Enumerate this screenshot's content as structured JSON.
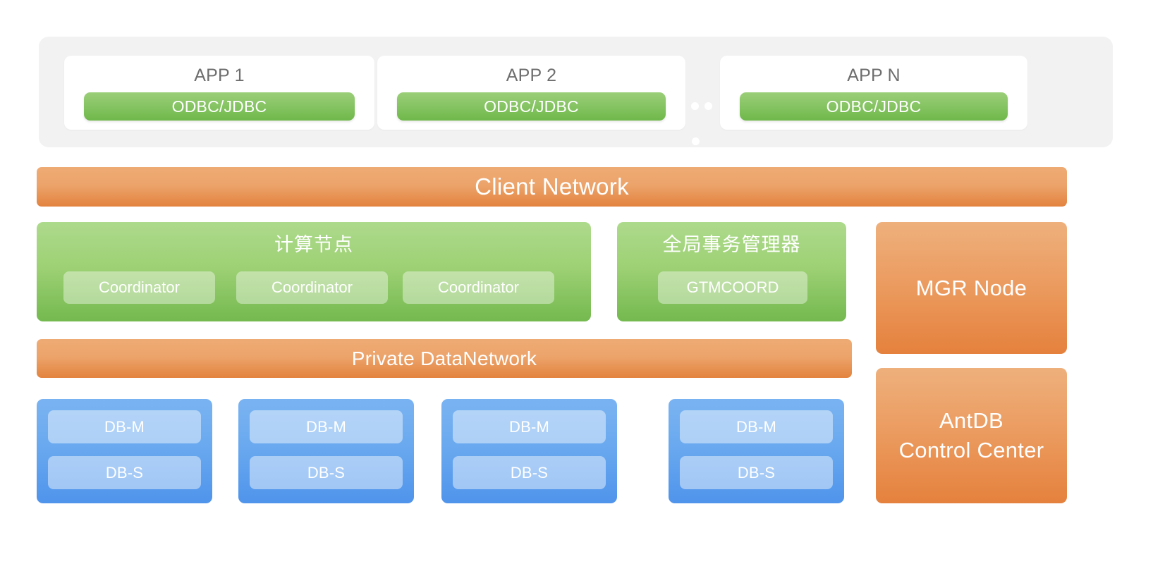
{
  "app_band": {
    "cards": [
      {
        "title": "APP 1",
        "connector": "ODBC/JDBC"
      },
      {
        "title": "APP 2",
        "connector": "ODBC/JDBC"
      },
      {
        "title": "APP N",
        "connector": "ODBC/JDBC"
      }
    ],
    "ellipsis": "..."
  },
  "networks": {
    "client": "Client Network",
    "private": "Private DataNetwork"
  },
  "compute": {
    "title": "计算节点",
    "nodes": [
      "Coordinator",
      "Coordinator",
      "Coordinator"
    ]
  },
  "gtm": {
    "title": "全局事务管理器",
    "nodes": [
      "GTMCOORD"
    ]
  },
  "side_panels": [
    {
      "label": "MGR Node"
    },
    {
      "label": "AntDB\nControl Center",
      "line1": "AntDB",
      "line2": "Control Center"
    }
  ],
  "db_groups": [
    {
      "master": "DB-M",
      "slave": "DB-S"
    },
    {
      "master": "DB-M",
      "slave": "DB-S"
    },
    {
      "master": "DB-M",
      "slave": "DB-S"
    },
    {
      "master": "DB-M",
      "slave": "DB-S"
    }
  ],
  "colors": {
    "band_bg": "#f2f2f2",
    "orange_top": "#eeab74",
    "orange_bottom": "#e3833f",
    "green_top": "#adda8c",
    "green_bottom": "#74b94f",
    "blue_top": "#7ab3f2",
    "blue_bottom": "#4f94ec",
    "title_gray": "#6e6e6e",
    "text_white": "#ffffff"
  }
}
